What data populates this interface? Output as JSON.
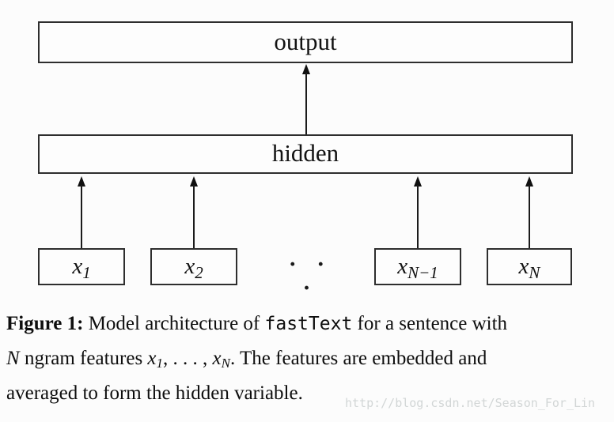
{
  "figure": {
    "nodes": {
      "output": "output",
      "hidden": "hidden"
    },
    "inputs": [
      {
        "base": "x",
        "sub": "1"
      },
      {
        "base": "x",
        "sub": "2"
      },
      {
        "base": "x",
        "sub": "N−1"
      },
      {
        "base": "x",
        "sub": "N"
      }
    ],
    "ellipsis": "· · ·"
  },
  "caption": {
    "label": "Figure 1:",
    "after_label": " Model architecture of ",
    "code": "fastText",
    "line1_end": " for a sentence with",
    "var_n": "N",
    "line2_mid": " ngram features ",
    "x1_base": "x",
    "x1_sub": "1",
    "math_ellipsis": ", . . . , ",
    "xn_base": "x",
    "xn_sub": "N",
    "line2_end": ". The features are embedded and",
    "line3": "averaged to form the hidden variable."
  },
  "watermark": "http://blog.csdn.net/Season_For_Lin",
  "colors": {
    "background": "#fcfcfc",
    "box_border": "#2e2e2e",
    "text": "#121212",
    "arrow": "#1b1b1b",
    "watermark": "#d2d6d6"
  }
}
